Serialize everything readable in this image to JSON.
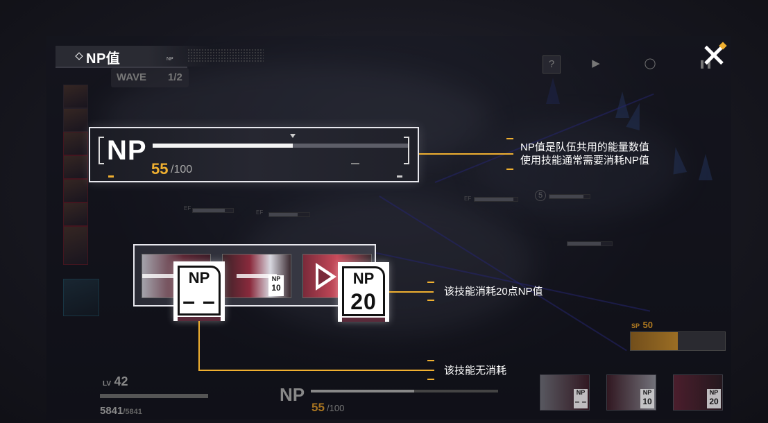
{
  "header": {
    "title": "NP值",
    "subtitle": "NP"
  },
  "wave": {
    "label": "WAVE",
    "count": "1/2"
  },
  "np_panel": {
    "label": "NP",
    "value": "55",
    "max": "/100",
    "fill_fraction": 0.55
  },
  "callouts": {
    "np_desc_line1": "NP值是队伍共用的能量数值",
    "np_desc_line2": "使用技能通常需要消耗NP值",
    "skill_cost": "该技能消耗20点NP值",
    "skill_free": "该技能无消耗"
  },
  "skill_cards": {
    "free": {
      "label": "NP",
      "value": "– –"
    },
    "cost": {
      "label": "NP",
      "value": "20"
    }
  },
  "skill_mini": {
    "label": "NP",
    "value": "10"
  },
  "bottom_hud": {
    "np_label": "NP",
    "np_value": "55",
    "np_max": "/100",
    "lv_label": "LV",
    "lv_value": "42",
    "hp_value": "5841",
    "hp_max": "/5841",
    "sp_label": "SP",
    "sp_value": "50",
    "sp_fraction": 0.5,
    "skill_costs": [
      "NP",
      "10",
      "20"
    ]
  },
  "top_icons": {
    "help": "?",
    "play": "▶",
    "circle": "◯",
    "pause": "❚❚"
  },
  "unit_badges": {
    "ef": "EF",
    "five": "5"
  },
  "colors": {
    "accent": "#f0b030",
    "panel_border": "#e8e8ee"
  },
  "icons": {
    "close": "close-icon",
    "diamond": "diamond-icon"
  }
}
